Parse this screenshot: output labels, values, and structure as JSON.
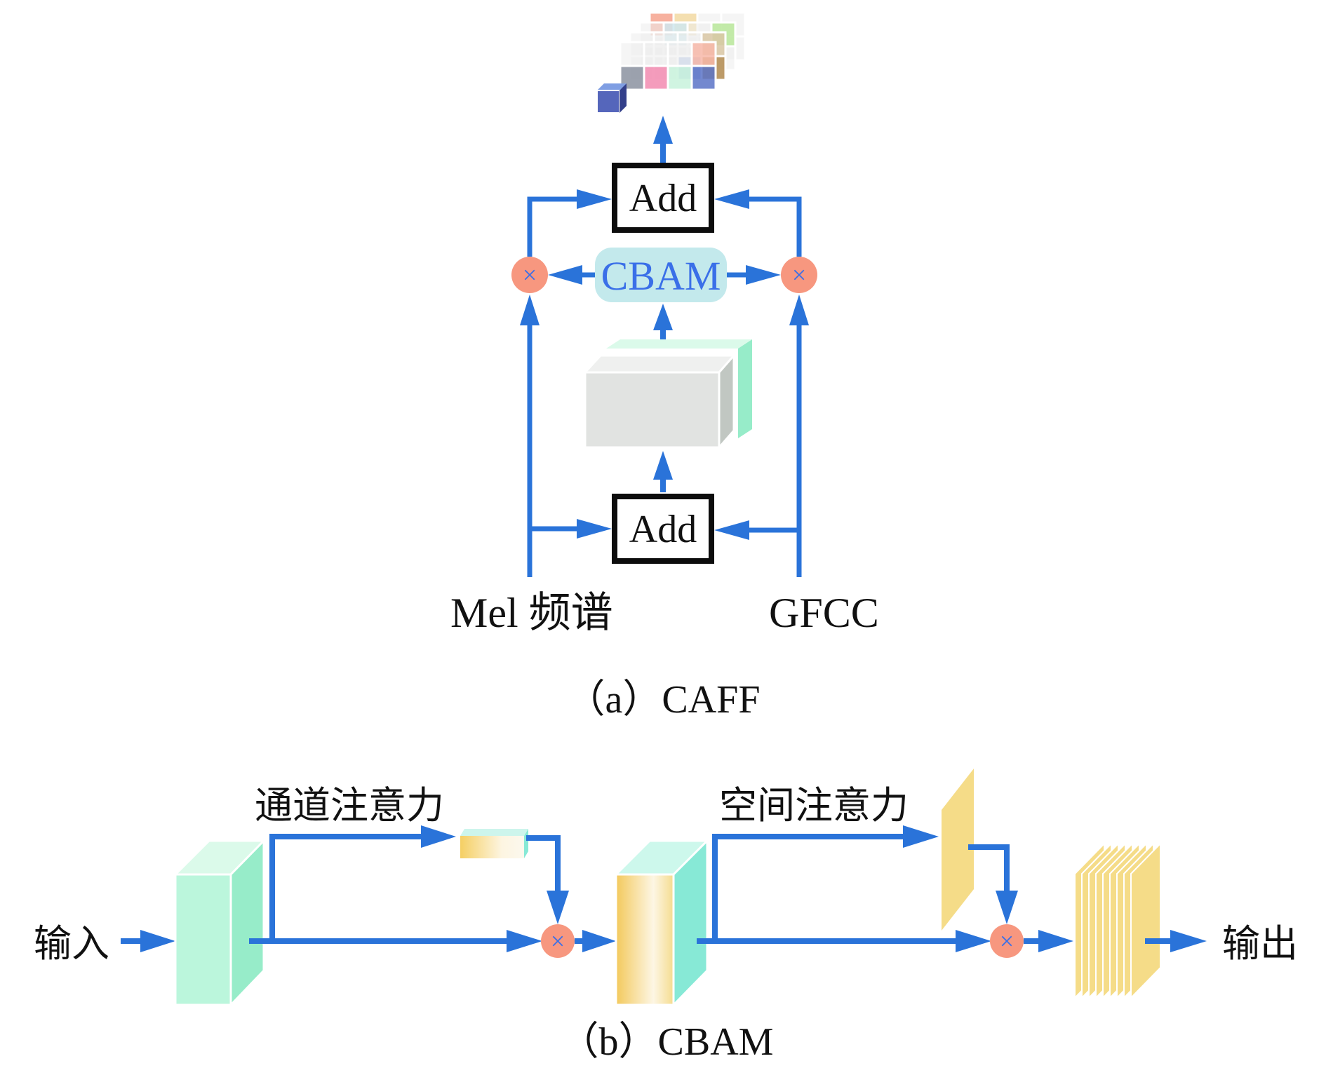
{
  "colors": {
    "arrow": "#2a73d9",
    "multiply_fill": "#f7977f",
    "multiply_glyph": "#3a6fe8",
    "cbam_fill": "#c3e9ec",
    "cbam_text": "#3a6fe8",
    "add_border": "#0d0d0d",
    "mint_front": "#bbf6dc",
    "mint_side": "#97ecc9",
    "mint_top": "#dbfaea",
    "teal_side": "#87e9d6",
    "yellow": "#f5d26a",
    "gray_front": "#e1e3e1",
    "gray_side": "#c1c7c2"
  },
  "panel_a": {
    "caption": "（a）CAFF",
    "add_top_label": "Add",
    "add_bottom_label": "Add",
    "cbam_label": "CBAM",
    "multiply_symbol": "×",
    "input_left_label": "Mel 频谱",
    "input_right_label": "GFCC",
    "output_icon": "feature-cube-grid-icon",
    "fused_feature_icon": "feature-block-icon"
  },
  "panel_b": {
    "caption": "（b）CBAM",
    "input_label": "输入",
    "output_label": "输出",
    "channel_attention_label": "通道注意力",
    "spatial_attention_label": "空间注意力",
    "multiply_symbol": "×"
  }
}
